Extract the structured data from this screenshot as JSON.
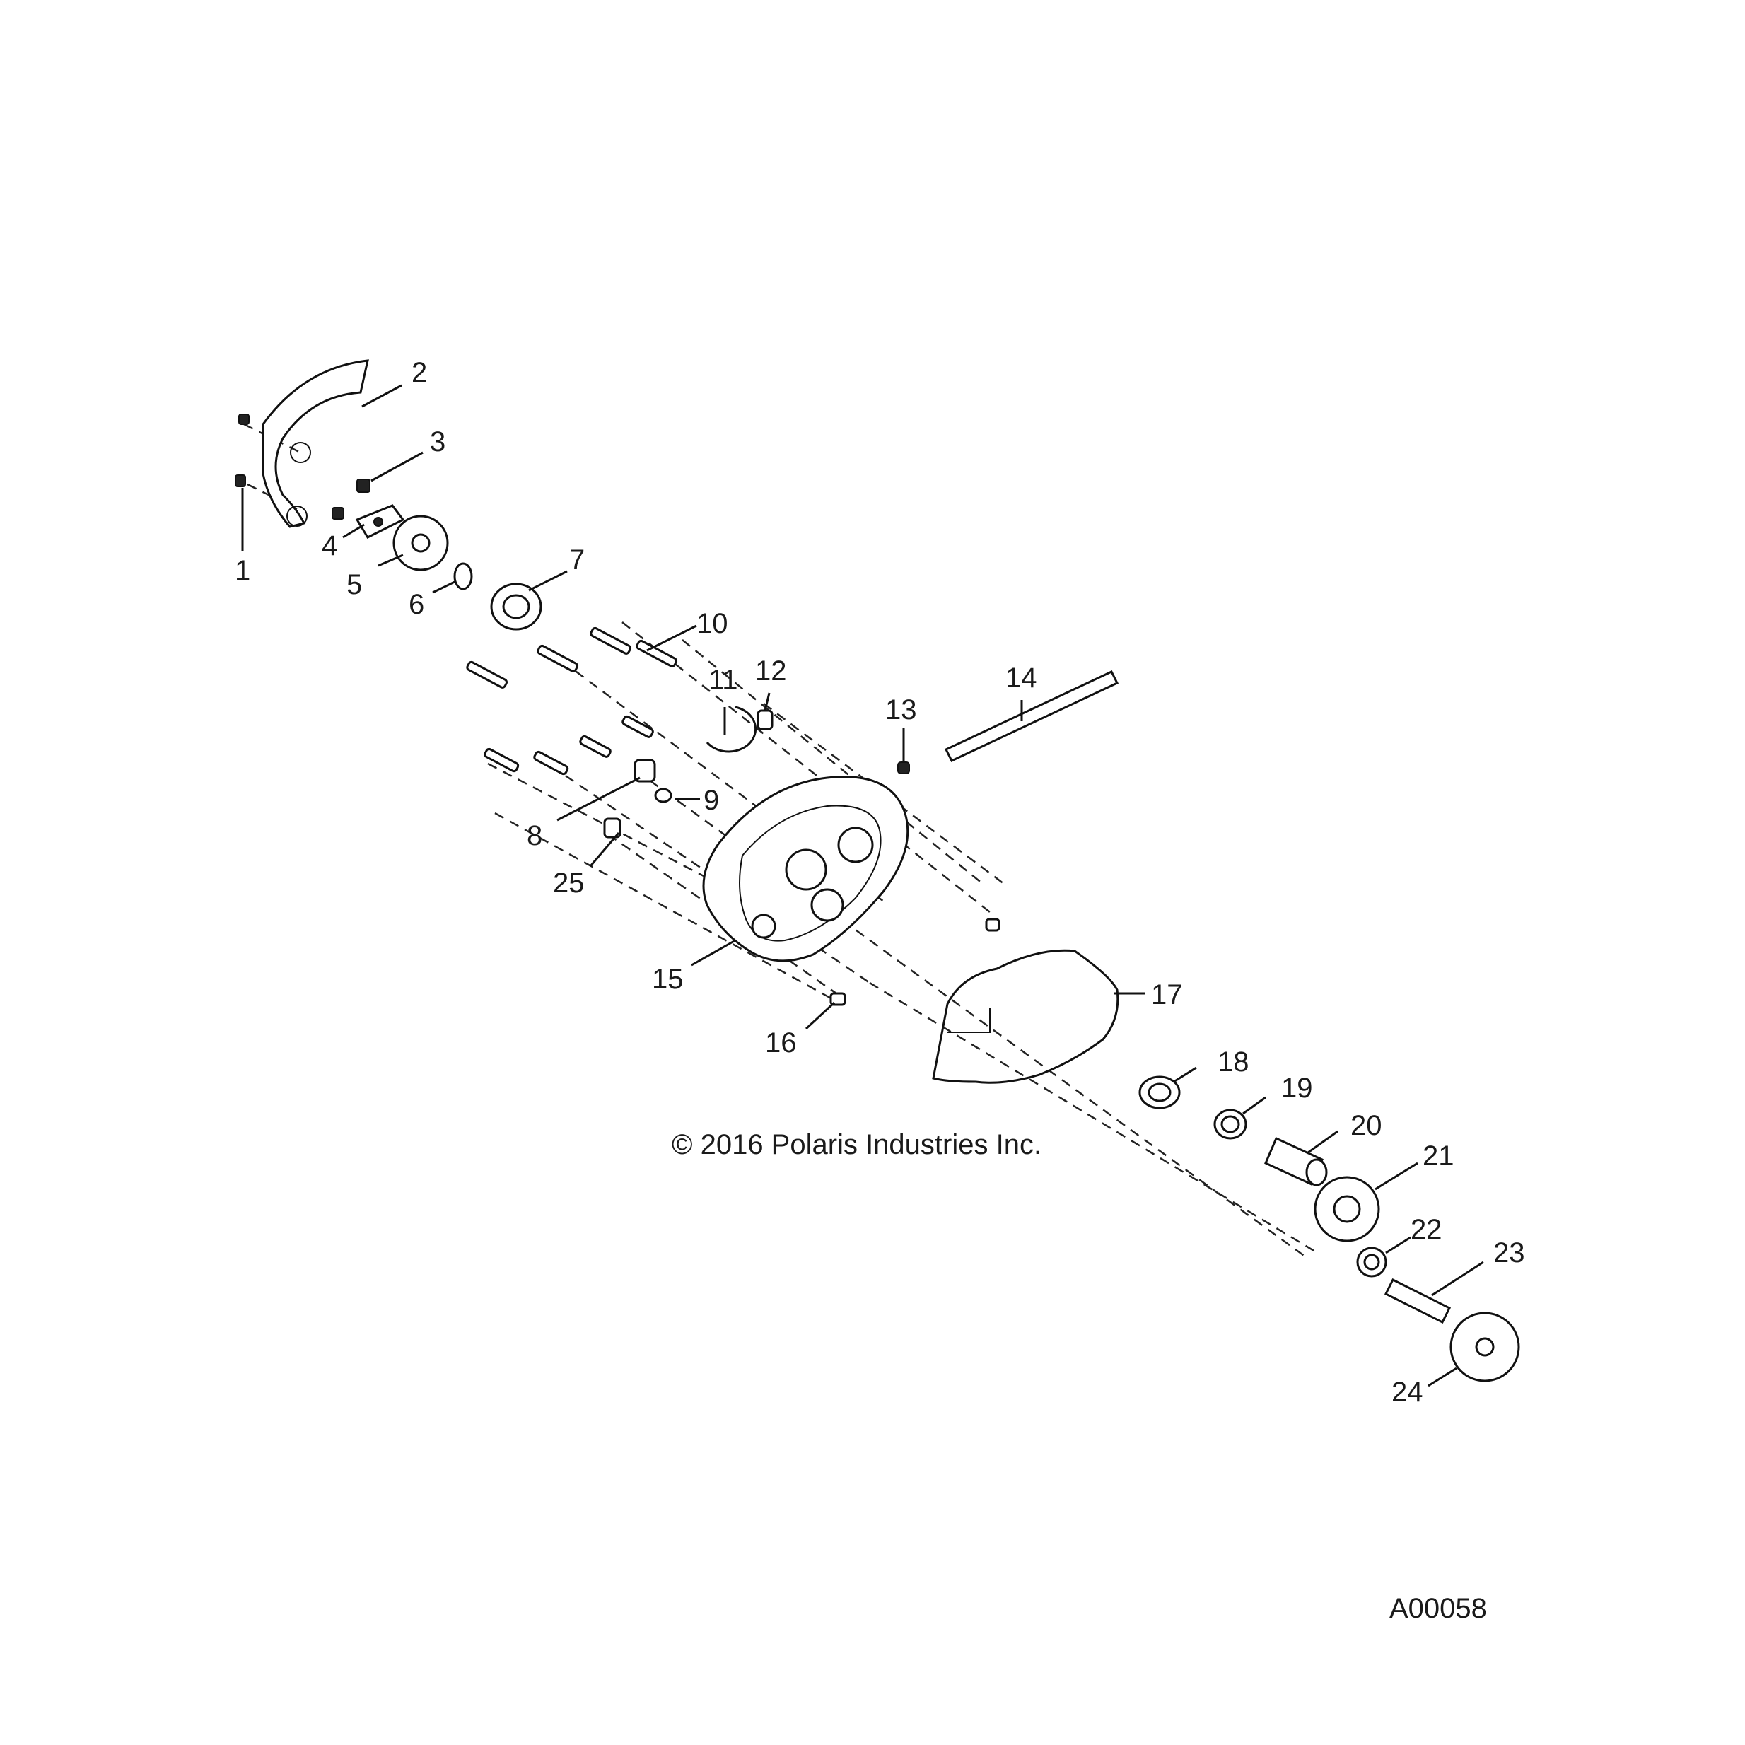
{
  "diagram": {
    "copyright": "© 2016 Polaris Industries Inc.",
    "drawing_code": "A00058",
    "callouts": [
      "1",
      "2",
      "3",
      "4",
      "5",
      "6",
      "7",
      "8",
      "9",
      "10",
      "11",
      "12",
      "13",
      "14",
      "15",
      "16",
      "17",
      "18",
      "19",
      "20",
      "21",
      "22",
      "23",
      "24",
      "25"
    ]
  }
}
